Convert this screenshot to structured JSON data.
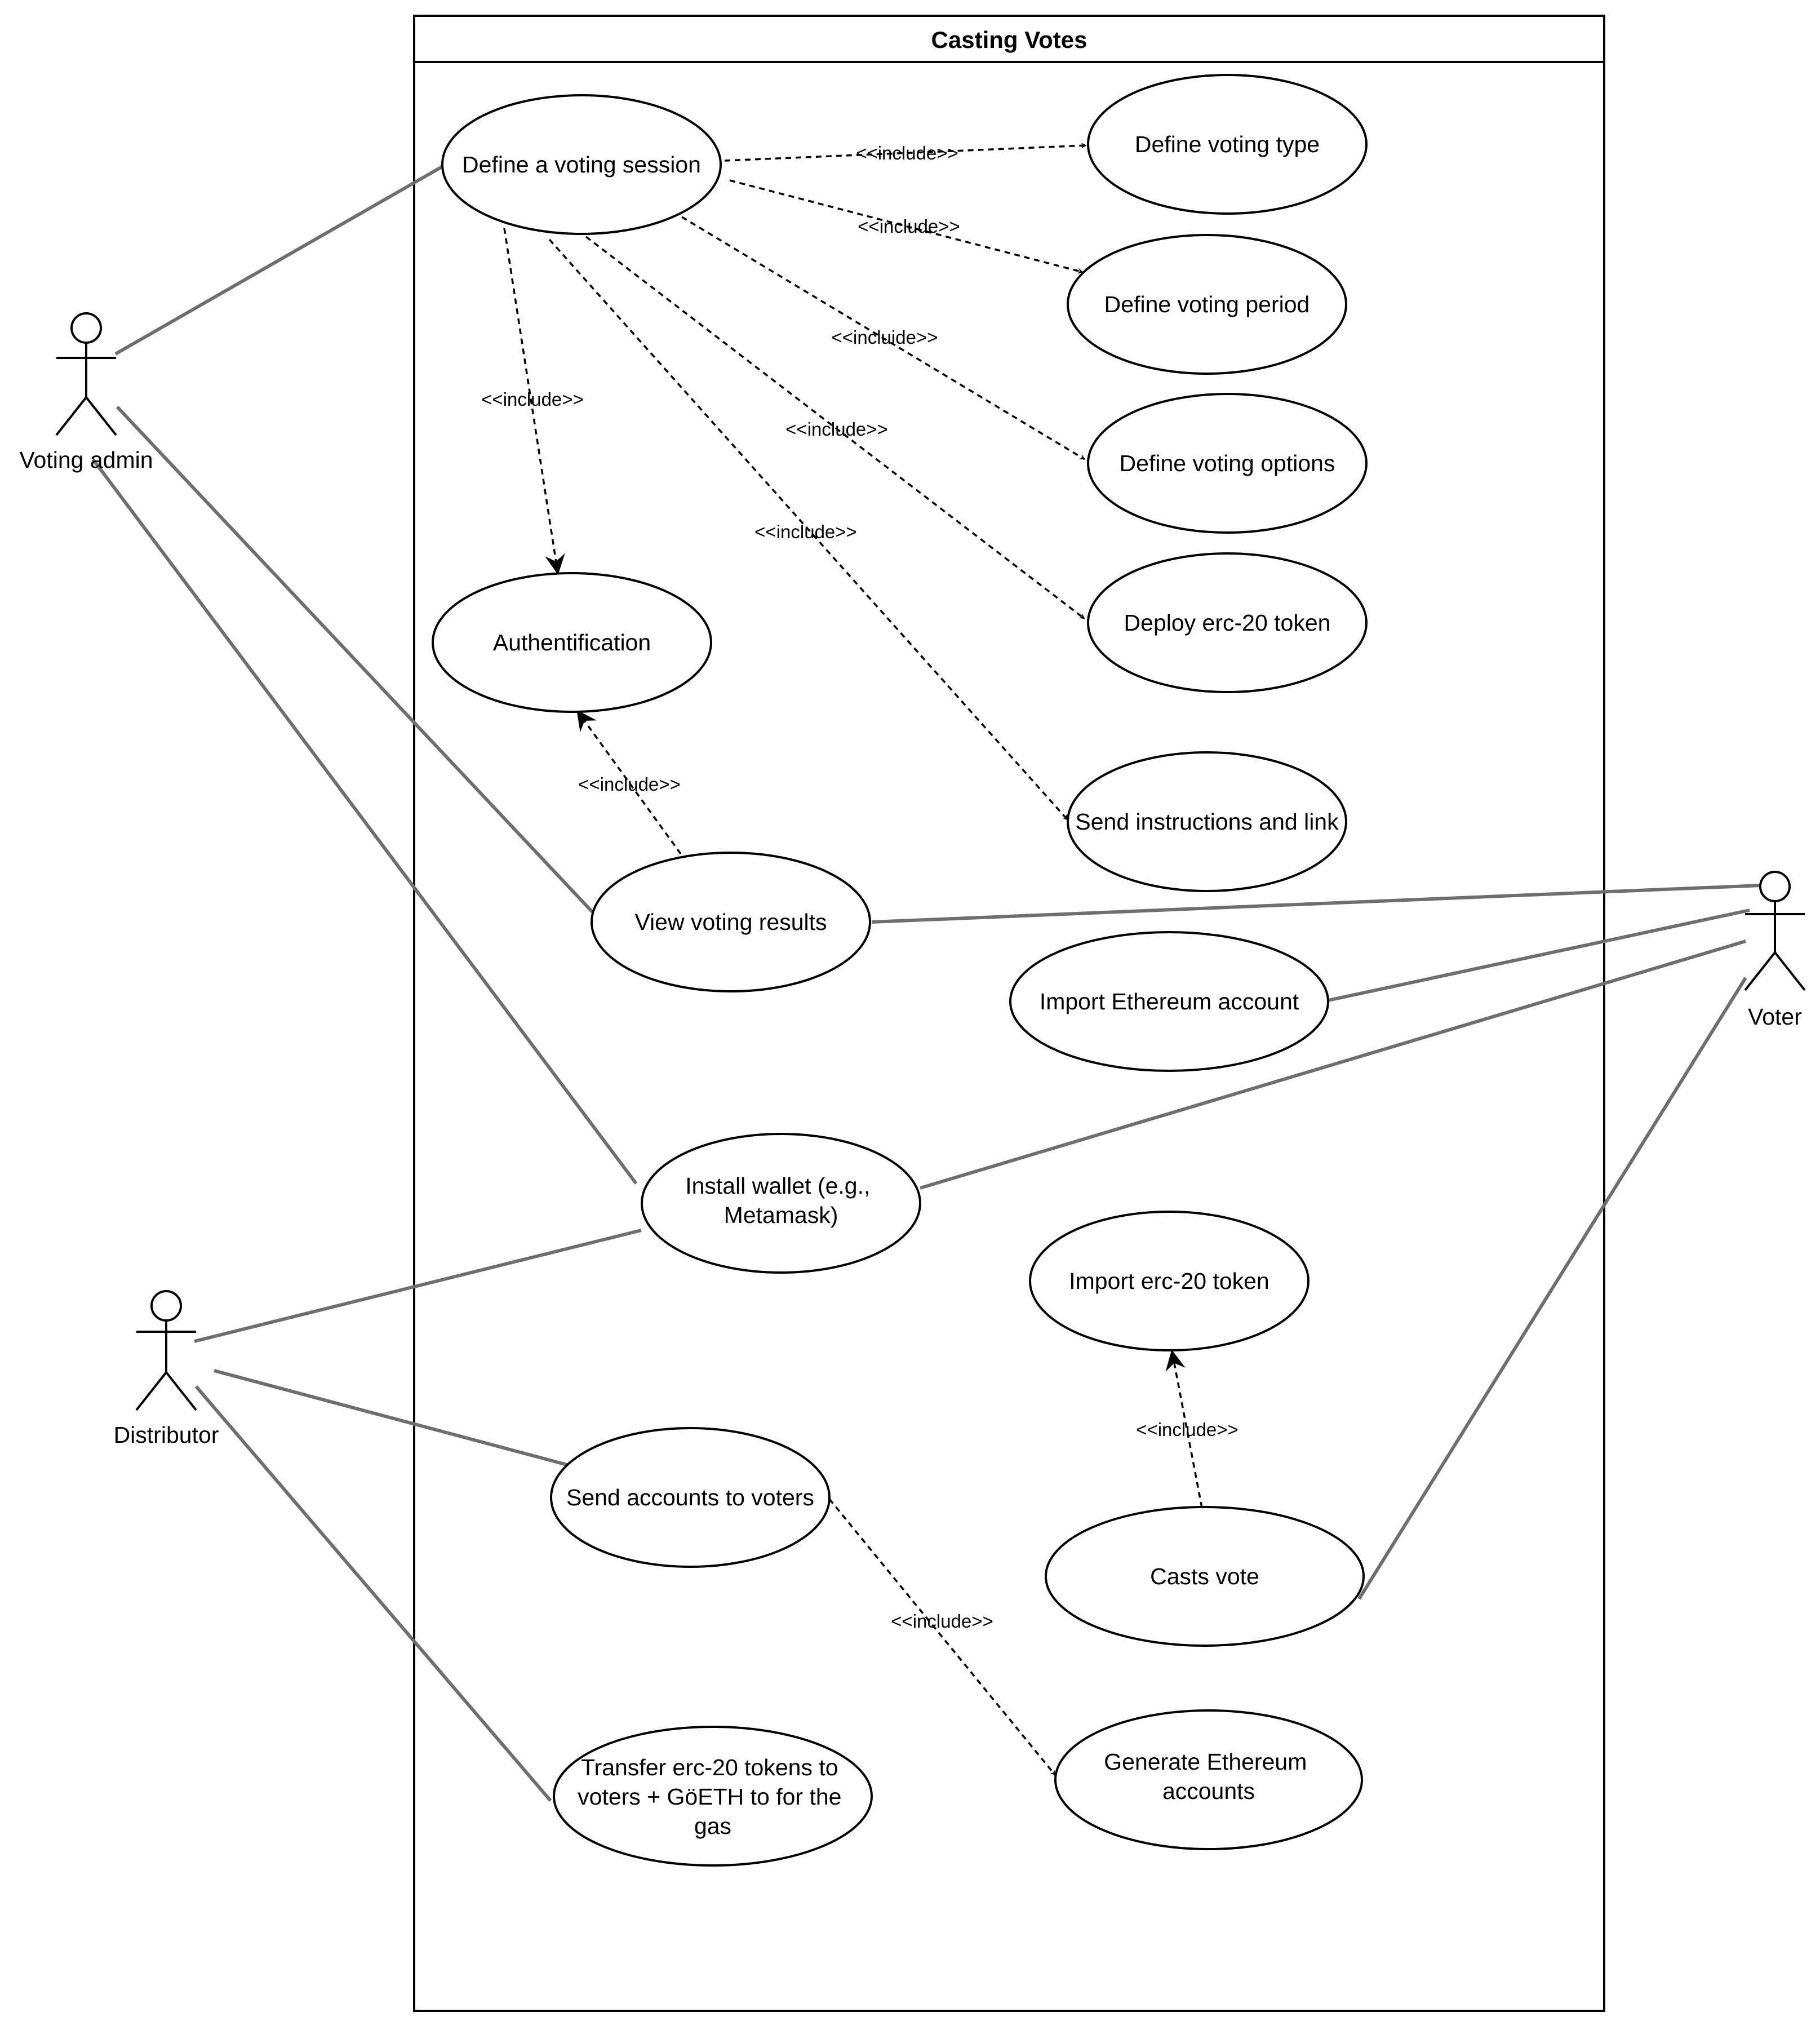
{
  "diagram": {
    "title": "Casting Votes",
    "actors": {
      "voting_admin": "Voting admin",
      "distributor": "Distributor",
      "voter": "Voter"
    },
    "use_cases": {
      "define_session": "Define a voting session",
      "define_type": "Define voting type",
      "define_period": "Define voting period",
      "define_options": "Define voting options",
      "deploy_token": "Deploy erc-20 token",
      "authentification": "Authentification",
      "send_instructions": "Send instructions and link",
      "view_results": "View voting results",
      "import_account": "Import Ethereum account",
      "install_wallet": [
        "Install wallet (e.g.,",
        "Metamask)"
      ],
      "import_token": "Import erc-20 token",
      "send_accounts": "Send accounts to voters",
      "casts_vote": "Casts vote",
      "generate_accounts": [
        "Generate Ethereum",
        "accounts"
      ],
      "transfer_tokens": [
        "Transfer erc-20 tokens to",
        "voters + GöETH to for the",
        "gas"
      ]
    },
    "include_labels": {
      "session_type": "<<include>>",
      "session_period": "<<include>>",
      "session_options": "<<incluide>>",
      "session_auth": "<<include>>",
      "session_deploy": "<<include>>",
      "session_instructions": "<<include>>",
      "results_auth": "<<include>>",
      "vote_token": "<<include>>",
      "accounts_generate": "<<include>>"
    }
  }
}
